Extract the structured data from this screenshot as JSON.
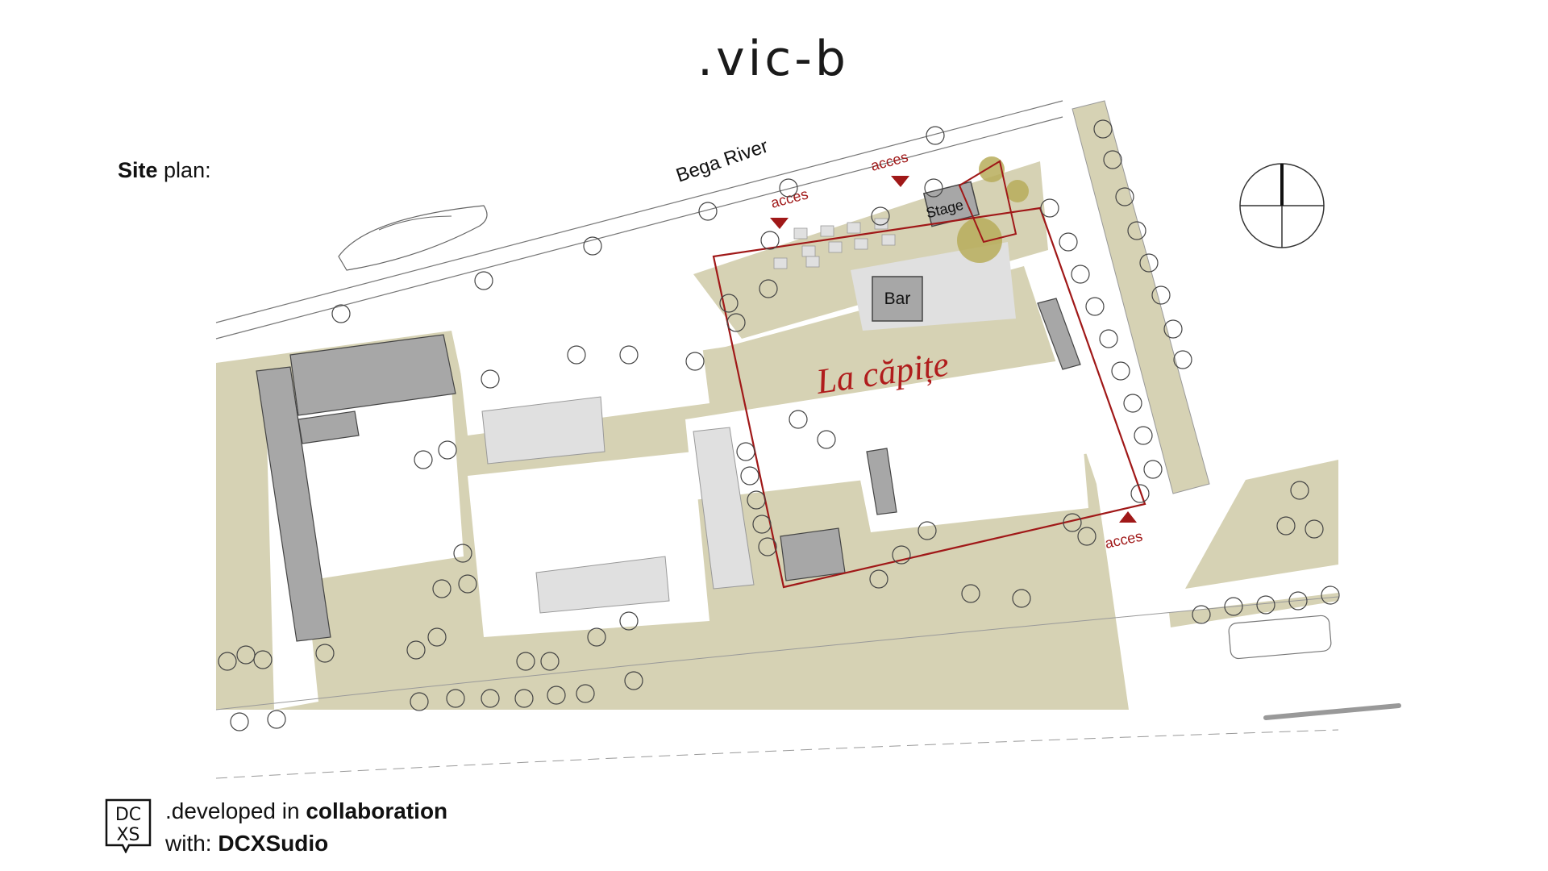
{
  "header": {
    "logo_text": ".vic-b"
  },
  "title": {
    "bold": "Site",
    "rest": " plan:"
  },
  "plan": {
    "river_label": "Bega River",
    "access_label": "acces",
    "stage_label": "Stage",
    "bar_label": "Bar",
    "venue_name": "La căpițe"
  },
  "footer": {
    "badge_line1": "DC",
    "badge_line2": "XS",
    "line1_prefix": ".developed in ",
    "line1_bold": "collaboration",
    "line2_prefix": "with: ",
    "line2_bold": "DCXSudio"
  },
  "colors": {
    "ground": "#d6d2b4",
    "building": "#a7a7a7",
    "paving": "#e0e0e0",
    "boundary": "#a01818",
    "venue_script": "#b01c1c"
  }
}
